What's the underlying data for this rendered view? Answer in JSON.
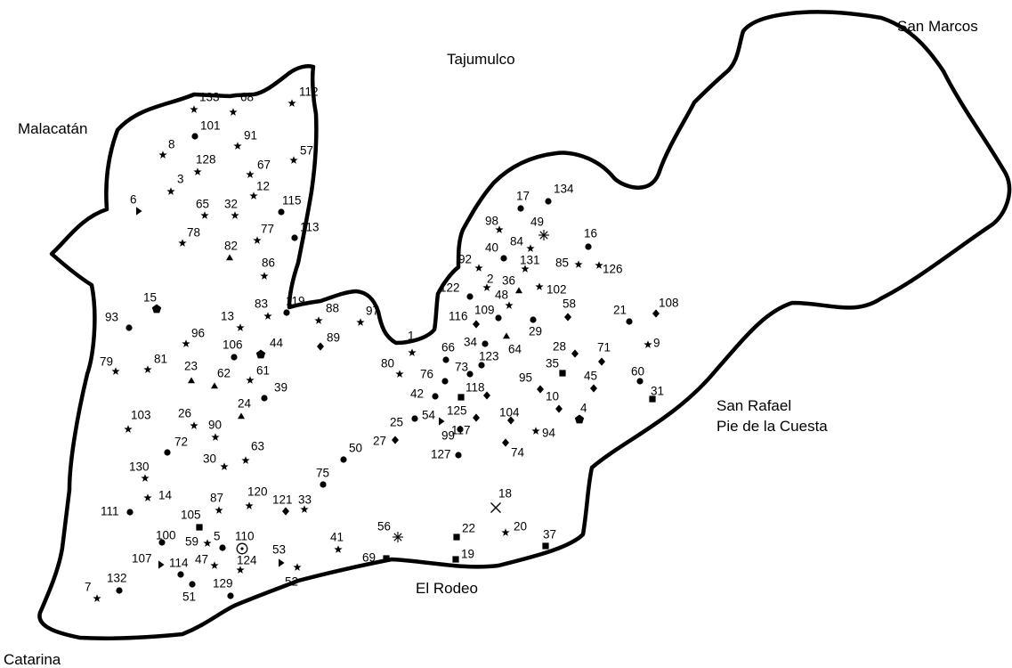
{
  "regions": {
    "malacatan": "Malacatán",
    "tajumulco": "Tajumulco",
    "san_marcos": "San Marcos",
    "san_rafael_line1": "San Rafael",
    "san_rafael_line2": "Pie de la Cuesta",
    "el_rodeo": "El Rodeo",
    "catarina": "Catarina"
  },
  "legend_symbols": [
    "star",
    "circle",
    "triangle",
    "square",
    "diamond",
    "pentagon",
    "right-triangle",
    "asterisk",
    "cross",
    "circle-dot"
  ],
  "sites": [
    {
      "id": "133",
      "symbol": "star"
    },
    {
      "id": "68",
      "symbol": "star"
    },
    {
      "id": "112",
      "symbol": "star"
    },
    {
      "id": "101",
      "symbol": "circle"
    },
    {
      "id": "91",
      "symbol": "star"
    },
    {
      "id": "8",
      "symbol": "star"
    },
    {
      "id": "57",
      "symbol": "star"
    },
    {
      "id": "128",
      "symbol": "star"
    },
    {
      "id": "67",
      "symbol": "star"
    },
    {
      "id": "3",
      "symbol": "star"
    },
    {
      "id": "12",
      "symbol": "star"
    },
    {
      "id": "6",
      "symbol": "right-triangle"
    },
    {
      "id": "65",
      "symbol": "star"
    },
    {
      "id": "32",
      "symbol": "star"
    },
    {
      "id": "115",
      "symbol": "circle"
    },
    {
      "id": "78",
      "symbol": "star"
    },
    {
      "id": "77",
      "symbol": "star"
    },
    {
      "id": "113",
      "symbol": "circle"
    },
    {
      "id": "82",
      "symbol": "triangle"
    },
    {
      "id": "86",
      "symbol": "star"
    },
    {
      "id": "15",
      "symbol": "pentagon"
    },
    {
      "id": "93",
      "symbol": "circle"
    },
    {
      "id": "119",
      "symbol": "circle"
    },
    {
      "id": "88",
      "symbol": "star"
    },
    {
      "id": "83",
      "symbol": "star"
    },
    {
      "id": "13",
      "symbol": "star"
    },
    {
      "id": "97",
      "symbol": "star"
    },
    {
      "id": "89",
      "symbol": "diamond"
    },
    {
      "id": "96",
      "symbol": "star"
    },
    {
      "id": "106",
      "symbol": "circle"
    },
    {
      "id": "44",
      "symbol": "pentagon"
    },
    {
      "id": "79",
      "symbol": "star"
    },
    {
      "id": "81",
      "symbol": "star"
    },
    {
      "id": "23",
      "symbol": "triangle"
    },
    {
      "id": "62",
      "symbol": "triangle"
    },
    {
      "id": "61",
      "symbol": "star"
    },
    {
      "id": "39",
      "symbol": "circle"
    },
    {
      "id": "24",
      "symbol": "triangle"
    },
    {
      "id": "103",
      "symbol": "star"
    },
    {
      "id": "26",
      "symbol": "star"
    },
    {
      "id": "90",
      "symbol": "star"
    },
    {
      "id": "72",
      "symbol": "circle"
    },
    {
      "id": "30",
      "symbol": "star"
    },
    {
      "id": "63",
      "symbol": "star"
    },
    {
      "id": "130",
      "symbol": "star"
    },
    {
      "id": "14",
      "symbol": "star"
    },
    {
      "id": "111",
      "symbol": "circle"
    },
    {
      "id": "87",
      "symbol": "star"
    },
    {
      "id": "120",
      "symbol": "star"
    },
    {
      "id": "121",
      "symbol": "diamond"
    },
    {
      "id": "33",
      "symbol": "star"
    },
    {
      "id": "105",
      "symbol": "square"
    },
    {
      "id": "100",
      "symbol": "circle"
    },
    {
      "id": "59",
      "symbol": "star"
    },
    {
      "id": "5",
      "symbol": "circle"
    },
    {
      "id": "110",
      "symbol": "circle-dot"
    },
    {
      "id": "107",
      "symbol": "right-triangle"
    },
    {
      "id": "114",
      "symbol": "circle"
    },
    {
      "id": "47",
      "symbol": "star"
    },
    {
      "id": "124",
      "symbol": "star"
    },
    {
      "id": "53",
      "symbol": "right-triangle"
    },
    {
      "id": "52",
      "symbol": "star"
    },
    {
      "id": "132",
      "symbol": "circle"
    },
    {
      "id": "7",
      "symbol": "star"
    },
    {
      "id": "51",
      "symbol": "circle"
    },
    {
      "id": "129",
      "symbol": "circle"
    },
    {
      "id": "1",
      "symbol": "star"
    },
    {
      "id": "80",
      "symbol": "star"
    },
    {
      "id": "66",
      "symbol": "circle"
    },
    {
      "id": "34",
      "symbol": "circle"
    },
    {
      "id": "123",
      "symbol": "circle"
    },
    {
      "id": "76",
      "symbol": "circle"
    },
    {
      "id": "73",
      "symbol": "circle"
    },
    {
      "id": "42",
      "symbol": "circle"
    },
    {
      "id": "118",
      "symbol": "diamond"
    },
    {
      "id": "25",
      "symbol": "circle"
    },
    {
      "id": "54",
      "symbol": "right-triangle"
    },
    {
      "id": "125",
      "symbol": "square"
    },
    {
      "id": "27",
      "symbol": "diamond"
    },
    {
      "id": "99",
      "symbol": "circle"
    },
    {
      "id": "117",
      "symbol": "diamond"
    },
    {
      "id": "50",
      "symbol": "circle"
    },
    {
      "id": "127",
      "symbol": "circle"
    },
    {
      "id": "75",
      "symbol": "circle"
    },
    {
      "id": "17",
      "symbol": "circle"
    },
    {
      "id": "134",
      "symbol": "circle"
    },
    {
      "id": "98",
      "symbol": "star"
    },
    {
      "id": "49",
      "symbol": "asterisk"
    },
    {
      "id": "16",
      "symbol": "circle"
    },
    {
      "id": "40",
      "symbol": "circle"
    },
    {
      "id": "84",
      "symbol": "star"
    },
    {
      "id": "85",
      "symbol": "star"
    },
    {
      "id": "126",
      "symbol": "star"
    },
    {
      "id": "92",
      "symbol": "star"
    },
    {
      "id": "131",
      "symbol": "star"
    },
    {
      "id": "2",
      "symbol": "star"
    },
    {
      "id": "36",
      "symbol": "triangle"
    },
    {
      "id": "48",
      "symbol": "star"
    },
    {
      "id": "102",
      "symbol": "star"
    },
    {
      "id": "122",
      "symbol": "circle"
    },
    {
      "id": "116",
      "symbol": "diamond"
    },
    {
      "id": "109",
      "symbol": "circle"
    },
    {
      "id": "58",
      "symbol": "diamond"
    },
    {
      "id": "21",
      "symbol": "circle"
    },
    {
      "id": "108",
      "symbol": "diamond"
    },
    {
      "id": "29",
      "symbol": "circle"
    },
    {
      "id": "64",
      "symbol": "triangle"
    },
    {
      "id": "28",
      "symbol": "diamond"
    },
    {
      "id": "71",
      "symbol": "diamond"
    },
    {
      "id": "9",
      "symbol": "star"
    },
    {
      "id": "35",
      "symbol": "square"
    },
    {
      "id": "95",
      "symbol": "diamond"
    },
    {
      "id": "10",
      "symbol": "diamond"
    },
    {
      "id": "45",
      "symbol": "diamond"
    },
    {
      "id": "60",
      "symbol": "circle"
    },
    {
      "id": "31",
      "symbol": "square"
    },
    {
      "id": "104",
      "symbol": "diamond"
    },
    {
      "id": "4",
      "symbol": "pentagon"
    },
    {
      "id": "94",
      "symbol": "star"
    },
    {
      "id": "74",
      "symbol": "diamond"
    },
    {
      "id": "18",
      "symbol": "cross"
    },
    {
      "id": "56",
      "symbol": "asterisk"
    },
    {
      "id": "22",
      "symbol": "square"
    },
    {
      "id": "20",
      "symbol": "star"
    },
    {
      "id": "37",
      "symbol": "square"
    },
    {
      "id": "41",
      "symbol": "star"
    },
    {
      "id": "69",
      "symbol": "square"
    },
    {
      "id": "19",
      "symbol": "square"
    }
  ]
}
